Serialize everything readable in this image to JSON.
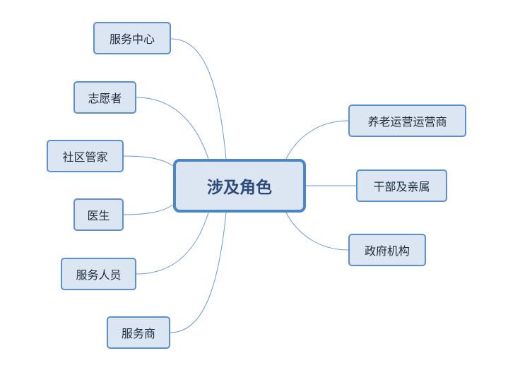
{
  "center": {
    "label": "涉及角色"
  },
  "left_nodes": [
    {
      "label": "服务中心"
    },
    {
      "label": "志愿者"
    },
    {
      "label": "社区管家"
    },
    {
      "label": "医生"
    },
    {
      "label": "服务人员"
    },
    {
      "label": "服务商"
    }
  ],
  "right_nodes": [
    {
      "label": "养老运营运营商"
    },
    {
      "label": "干部及亲属"
    },
    {
      "label": "政府机构"
    }
  ],
  "colors": {
    "node_fill": "#dce6f2",
    "node_border": "#5b8fd0",
    "link": "#6a9ad8"
  }
}
